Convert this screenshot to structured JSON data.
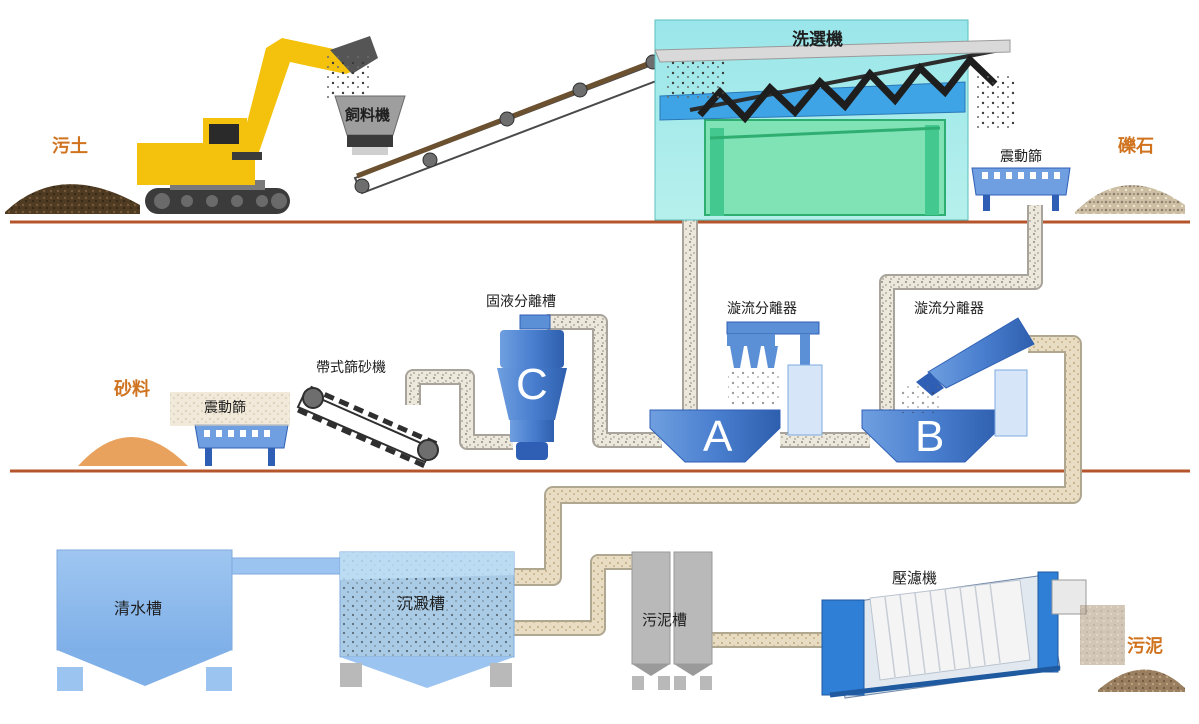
{
  "labels": {
    "soil": "污土",
    "feeder": "飼料機",
    "washer": "洗選機",
    "vibrating_screen_top": "震動篩",
    "gravel": "礫石",
    "solid_liquid_tank": "固液分離槽",
    "belt_sand_sifter": "帶式篩砂機",
    "cyclone_a": "漩流分離器",
    "cyclone_b": "漩流分離器",
    "sand": "砂料",
    "vibrating_screen_bottom": "震動篩",
    "tank_c": "C",
    "tank_a": "A",
    "tank_b": "B",
    "clear_water_tank": "清水槽",
    "sedimentation_tank": "沉澱槽",
    "sludge_tank": "污泥槽",
    "filter_press": "壓濾機",
    "sludge": "污泥"
  },
  "colors": {
    "ground_line": "#b4552c",
    "label_orange": "#d0731f",
    "equipment_blue": "#5b8fd6",
    "equipment_dark_blue": "#2f5fb4",
    "washer_bg": "#8fe3e3",
    "washer_frame": "#43c98f",
    "pipe_fill": "#e3e0d6",
    "pipe_stroke": "#a8a49b",
    "excavator_yellow": "#f4c20d",
    "tank_light_blue": "#9cc4f0",
    "sludge_grey": "#b9b9b9"
  }
}
